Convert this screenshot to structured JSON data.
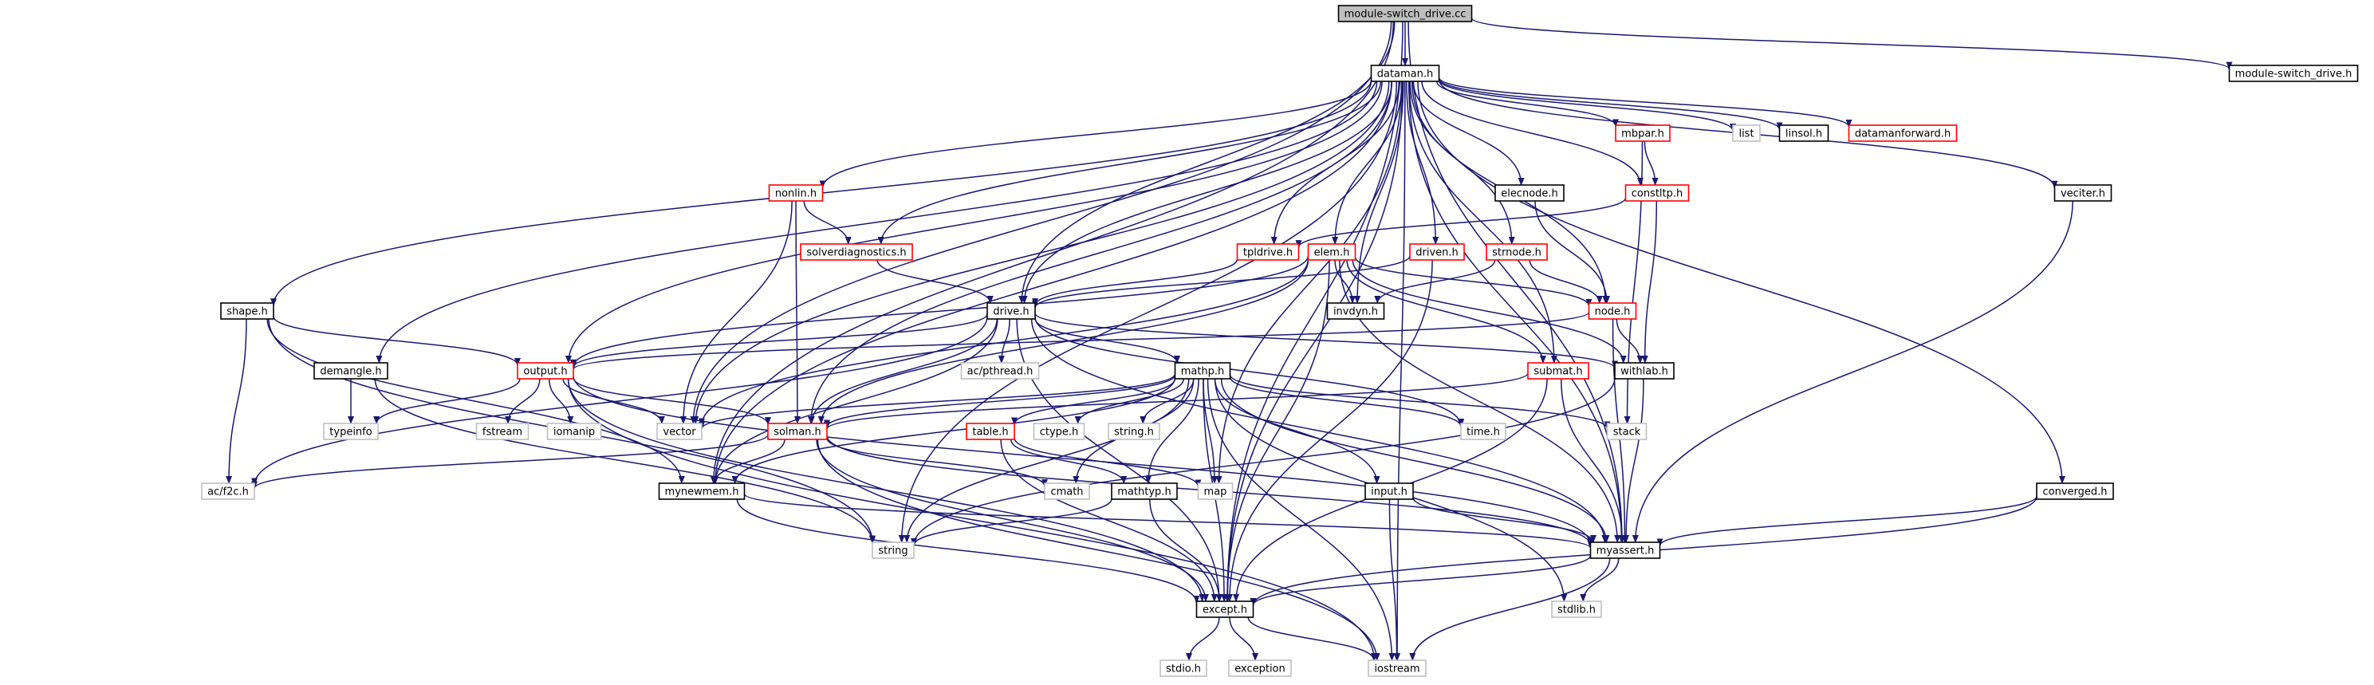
{
  "colors": {
    "edge": "#191970",
    "box_black": "#000000",
    "box_red": "#ff0000",
    "box_gray": "#bfbfbf",
    "root_fill": "#bfbfbf",
    "fill": "#ffffff"
  },
  "nodes": {
    "root": {
      "label": "module-switch_drive.cc",
      "style": "root"
    },
    "dataman_h": {
      "label": "dataman.h",
      "style": "black"
    },
    "module_switch_drive_h": {
      "label": "module-switch_drive.h",
      "style": "black"
    },
    "list": {
      "label": "list",
      "style": "gray"
    },
    "linsol_h": {
      "label": "linsol.h",
      "style": "black"
    },
    "datamanforward_h": {
      "label": "datamanforward.h",
      "style": "red"
    },
    "mbpar_h": {
      "label": "mbpar.h",
      "style": "red"
    },
    "nonlin_h": {
      "label": "nonlin.h",
      "style": "red"
    },
    "elecnode_h": {
      "label": "elecnode.h",
      "style": "black"
    },
    "constltp_h": {
      "label": "constltp.h",
      "style": "red"
    },
    "veciter_h": {
      "label": "veciter.h",
      "style": "black"
    },
    "solverdiagnostics_h": {
      "label": "solverdiagnostics.h",
      "style": "red"
    },
    "tpldrive_h": {
      "label": "tpldrive.h",
      "style": "red"
    },
    "elem_h": {
      "label": "elem.h",
      "style": "red"
    },
    "driven_h": {
      "label": "driven.h",
      "style": "red"
    },
    "strnode_h": {
      "label": "strnode.h",
      "style": "red"
    },
    "shape_h": {
      "label": "shape.h",
      "style": "black"
    },
    "drive_h": {
      "label": "drive.h",
      "style": "black"
    },
    "invdyn_h": {
      "label": "invdyn.h",
      "style": "black"
    },
    "node_h": {
      "label": "node.h",
      "style": "red"
    },
    "demangle_h": {
      "label": "demangle.h",
      "style": "black"
    },
    "ac_pthread_h": {
      "label": "ac/pthread.h",
      "style": "gray"
    },
    "withlab_h": {
      "label": "withlab.h",
      "style": "black"
    },
    "output_h": {
      "label": "output.h",
      "style": "red"
    },
    "mathp_h": {
      "label": "mathp.h",
      "style": "black"
    },
    "submat_h": {
      "label": "submat.h",
      "style": "red"
    },
    "typeinfo": {
      "label": "typeinfo",
      "style": "gray"
    },
    "fstream": {
      "label": "fstream",
      "style": "gray"
    },
    "iomanip": {
      "label": "iomanip",
      "style": "gray"
    },
    "vector": {
      "label": "vector",
      "style": "gray"
    },
    "solman_h": {
      "label": "solman.h",
      "style": "red"
    },
    "table_h": {
      "label": "table.h",
      "style": "red"
    },
    "ctype_h": {
      "label": "ctype.h",
      "style": "gray"
    },
    "string_h": {
      "label": "string.h",
      "style": "gray"
    },
    "time_h": {
      "label": "time.h",
      "style": "gray"
    },
    "stack": {
      "label": "stack",
      "style": "gray"
    },
    "ac_f2c_h": {
      "label": "ac/f2c.h",
      "style": "gray"
    },
    "mynewmem_h": {
      "label": "mynewmem.h",
      "style": "black"
    },
    "cmath": {
      "label": "cmath",
      "style": "gray"
    },
    "mathtyp_h": {
      "label": "mathtyp.h",
      "style": "black"
    },
    "map": {
      "label": "map",
      "style": "gray"
    },
    "input_h": {
      "label": "input.h",
      "style": "black"
    },
    "converged_h": {
      "label": "converged.h",
      "style": "black"
    },
    "string": {
      "label": "string",
      "style": "gray"
    },
    "myassert_h": {
      "label": "myassert.h",
      "style": "black"
    },
    "except_h": {
      "label": "except.h",
      "style": "black"
    },
    "stdlib_h": {
      "label": "stdlib.h",
      "style": "gray"
    },
    "stdio_h": {
      "label": "stdio.h",
      "style": "gray"
    },
    "exception": {
      "label": "exception",
      "style": "gray"
    },
    "iostream": {
      "label": "iostream",
      "style": "gray"
    }
  },
  "edges": [
    [
      "root",
      "dataman_h"
    ],
    [
      "root",
      "module_switch_drive_h"
    ],
    [
      "root",
      "drive_h"
    ],
    [
      "root",
      "mynewmem_h"
    ],
    [
      "root",
      "myassert_h"
    ],
    [
      "root",
      "except_h"
    ],
    [
      "root",
      "vector"
    ],
    [
      "dataman_h",
      "list"
    ],
    [
      "dataman_h",
      "linsol_h"
    ],
    [
      "dataman_h",
      "datamanforward_h"
    ],
    [
      "dataman_h",
      "mbpar_h"
    ],
    [
      "dataman_h",
      "nonlin_h"
    ],
    [
      "dataman_h",
      "elecnode_h"
    ],
    [
      "dataman_h",
      "constltp_h"
    ],
    [
      "dataman_h",
      "veciter_h"
    ],
    [
      "dataman_h",
      "solverdiagnostics_h"
    ],
    [
      "dataman_h",
      "tpldrive_h"
    ],
    [
      "dataman_h",
      "elem_h"
    ],
    [
      "dataman_h",
      "driven_h"
    ],
    [
      "dataman_h",
      "strnode_h"
    ],
    [
      "dataman_h",
      "shape_h"
    ],
    [
      "dataman_h",
      "drive_h"
    ],
    [
      "dataman_h",
      "invdyn_h"
    ],
    [
      "dataman_h",
      "node_h"
    ],
    [
      "dataman_h",
      "demangle_h"
    ],
    [
      "dataman_h",
      "output_h"
    ],
    [
      "dataman_h",
      "solman_h"
    ],
    [
      "dataman_h",
      "submat_h"
    ],
    [
      "dataman_h",
      "converged_h"
    ],
    [
      "dataman_h",
      "mynewmem_h"
    ],
    [
      "dataman_h",
      "string"
    ],
    [
      "dataman_h",
      "myassert_h"
    ],
    [
      "dataman_h",
      "except_h"
    ],
    [
      "dataman_h",
      "iostream"
    ],
    [
      "dataman_h",
      "map"
    ],
    [
      "dataman_h",
      "vector"
    ],
    [
      "mbpar_h",
      "constltp_h"
    ],
    [
      "mbpar_h",
      "stack"
    ],
    [
      "nonlin_h",
      "solverdiagnostics_h"
    ],
    [
      "nonlin_h",
      "solman_h"
    ],
    [
      "nonlin_h",
      "vector"
    ],
    [
      "elecnode_h",
      "node_h"
    ],
    [
      "constltp_h",
      "tpldrive_h"
    ],
    [
      "constltp_h",
      "withlab_h"
    ],
    [
      "veciter_h",
      "myassert_h"
    ],
    [
      "solverdiagnostics_h",
      "drive_h"
    ],
    [
      "tpldrive_h",
      "drive_h"
    ],
    [
      "elem_h",
      "invdyn_h"
    ],
    [
      "elem_h",
      "node_h"
    ],
    [
      "elem_h",
      "output_h"
    ],
    [
      "elem_h",
      "withlab_h"
    ],
    [
      "elem_h",
      "submat_h"
    ],
    [
      "elem_h",
      "solman_h"
    ],
    [
      "elem_h",
      "myassert_h"
    ],
    [
      "elem_h",
      "except_h"
    ],
    [
      "elem_h",
      "vector"
    ],
    [
      "driven_h",
      "drive_h"
    ],
    [
      "driven_h",
      "except_h"
    ],
    [
      "strnode_h",
      "node_h"
    ],
    [
      "strnode_h",
      "invdyn_h"
    ],
    [
      "shape_h",
      "output_h"
    ],
    [
      "shape_h",
      "ac_f2c_h"
    ],
    [
      "shape_h",
      "mynewmem_h"
    ],
    [
      "shape_h",
      "string"
    ],
    [
      "drive_h",
      "ac_pthread_h"
    ],
    [
      "drive_h",
      "withlab_h"
    ],
    [
      "drive_h",
      "output_h"
    ],
    [
      "drive_h",
      "mathp_h"
    ],
    [
      "drive_h",
      "solman_h"
    ],
    [
      "drive_h",
      "mynewmem_h"
    ],
    [
      "drive_h",
      "time_h"
    ],
    [
      "drive_h",
      "myassert_h"
    ],
    [
      "drive_h",
      "except_h"
    ],
    [
      "drive_h",
      "ac_f2c_h"
    ],
    [
      "node_h",
      "output_h"
    ],
    [
      "node_h",
      "withlab_h"
    ],
    [
      "node_h",
      "myassert_h"
    ],
    [
      "demangle_h",
      "typeinfo"
    ],
    [
      "demangle_h",
      "string"
    ],
    [
      "withlab_h",
      "myassert_h"
    ],
    [
      "withlab_h",
      "string"
    ],
    [
      "output_h",
      "typeinfo"
    ],
    [
      "output_h",
      "fstream"
    ],
    [
      "output_h",
      "iomanip"
    ],
    [
      "output_h",
      "vector"
    ],
    [
      "output_h",
      "solman_h"
    ],
    [
      "output_h",
      "myassert_h"
    ],
    [
      "output_h",
      "except_h"
    ],
    [
      "output_h",
      "iostream"
    ],
    [
      "mathp_h",
      "vector"
    ],
    [
      "mathp_h",
      "solman_h"
    ],
    [
      "mathp_h",
      "table_h"
    ],
    [
      "mathp_h",
      "ctype_h"
    ],
    [
      "mathp_h",
      "string_h"
    ],
    [
      "mathp_h",
      "time_h"
    ],
    [
      "mathp_h",
      "stack"
    ],
    [
      "mathp_h",
      "cmath"
    ],
    [
      "mathp_h",
      "mathtyp_h"
    ],
    [
      "mathp_h",
      "map"
    ],
    [
      "mathp_h",
      "input_h"
    ],
    [
      "mathp_h",
      "string"
    ],
    [
      "mathp_h",
      "myassert_h"
    ],
    [
      "mathp_h",
      "except_h"
    ],
    [
      "mathp_h",
      "stdlib_h"
    ],
    [
      "mathp_h",
      "iostream"
    ],
    [
      "mathp_h",
      "mynewmem_h"
    ],
    [
      "submat_h",
      "solman_h"
    ],
    [
      "submat_h",
      "myassert_h"
    ],
    [
      "submat_h",
      "except_h"
    ],
    [
      "solman_h",
      "ac_f2c_h"
    ],
    [
      "solman_h",
      "mynewmem_h"
    ],
    [
      "solman_h",
      "cmath"
    ],
    [
      "solman_h",
      "myassert_h"
    ],
    [
      "solman_h",
      "except_h"
    ],
    [
      "solman_h",
      "iostream"
    ],
    [
      "table_h",
      "mathtyp_h"
    ],
    [
      "table_h",
      "map"
    ],
    [
      "table_h",
      "except_h"
    ],
    [
      "mathtyp_h",
      "string"
    ],
    [
      "mathtyp_h",
      "except_h"
    ],
    [
      "input_h",
      "myassert_h"
    ],
    [
      "input_h",
      "iostream"
    ],
    [
      "converged_h",
      "myassert_h"
    ],
    [
      "converged_h",
      "except_h"
    ],
    [
      "mynewmem_h",
      "myassert_h"
    ],
    [
      "mynewmem_h",
      "except_h"
    ],
    [
      "myassert_h",
      "except_h"
    ],
    [
      "myassert_h",
      "stdlib_h"
    ],
    [
      "myassert_h",
      "iostream"
    ],
    [
      "except_h",
      "stdio_h"
    ],
    [
      "except_h",
      "exception"
    ],
    [
      "except_h",
      "iostream"
    ]
  ]
}
